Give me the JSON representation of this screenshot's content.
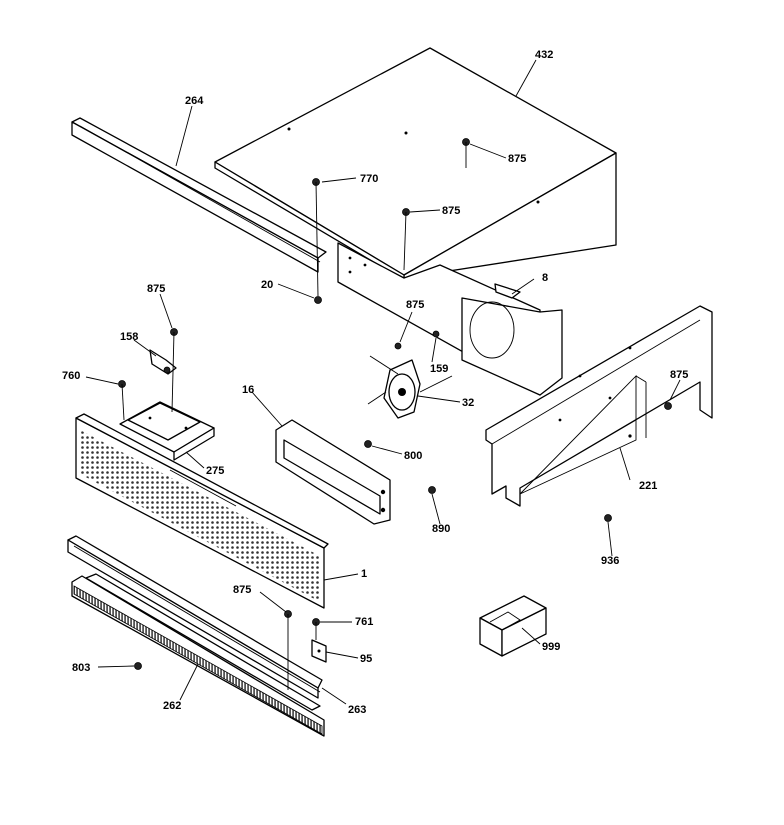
{
  "diagram": {
    "callouts": [
      {
        "id": "c432",
        "label": "432"
      },
      {
        "id": "c264",
        "label": "264"
      },
      {
        "id": "c875a",
        "label": "875"
      },
      {
        "id": "c770",
        "label": "770"
      },
      {
        "id": "c875b",
        "label": "875"
      },
      {
        "id": "c20",
        "label": "20"
      },
      {
        "id": "c8",
        "label": "8"
      },
      {
        "id": "c875c",
        "label": "875"
      },
      {
        "id": "c875d",
        "label": "875"
      },
      {
        "id": "c158",
        "label": "158"
      },
      {
        "id": "c159",
        "label": "159"
      },
      {
        "id": "c760",
        "label": "760"
      },
      {
        "id": "c16",
        "label": "16"
      },
      {
        "id": "c32",
        "label": "32"
      },
      {
        "id": "c875e",
        "label": "875"
      },
      {
        "id": "c275",
        "label": "275"
      },
      {
        "id": "c800",
        "label": "800"
      },
      {
        "id": "c221",
        "label": "221"
      },
      {
        "id": "c890",
        "label": "890"
      },
      {
        "id": "c936",
        "label": "936"
      },
      {
        "id": "c1",
        "label": "1"
      },
      {
        "id": "c875f",
        "label": "875"
      },
      {
        "id": "c761",
        "label": "761"
      },
      {
        "id": "c95",
        "label": "95"
      },
      {
        "id": "c999",
        "label": "999"
      },
      {
        "id": "c803",
        "label": "803"
      },
      {
        "id": "c262",
        "label": "262"
      },
      {
        "id": "c263",
        "label": "263"
      }
    ]
  }
}
